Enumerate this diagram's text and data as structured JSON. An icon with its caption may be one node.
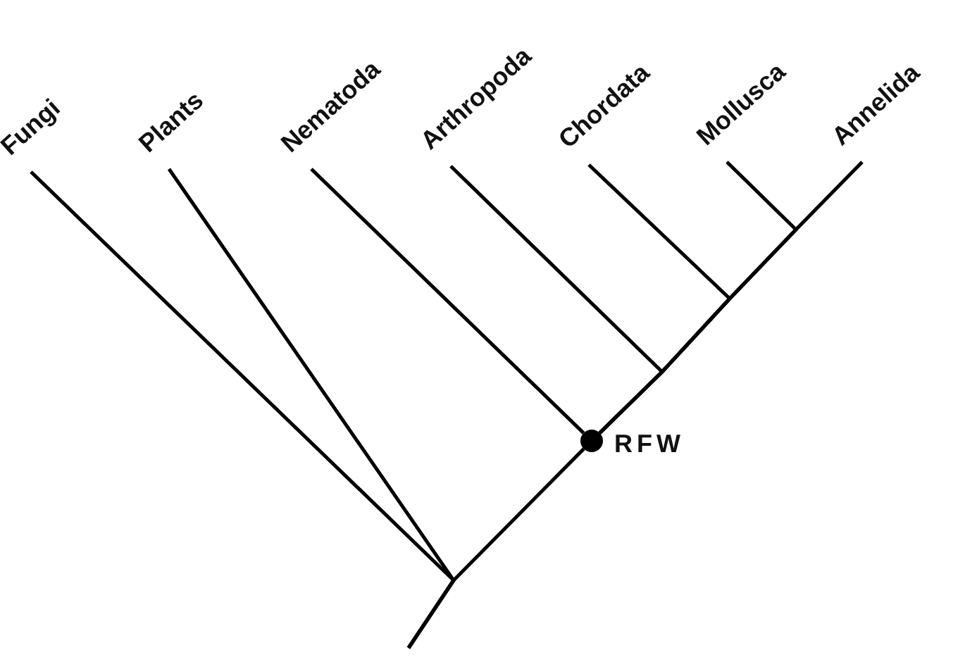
{
  "diagram": {
    "nodes": [
      {
        "text": [
          "Fungi"
        ]
      },
      {
        "text": [
          "Plants"
        ]
      },
      {
        "text": [
          "Nematoda"
        ]
      },
      {
        "text": [
          "Arthropoda"
        ]
      },
      {
        "text": [
          "Chordata"
        ]
      },
      {
        "text": [
          "Mollusca"
        ]
      },
      {
        "text": [
          "Annelida"
        ]
      },
      {
        "text": [],
        "shape": "circle",
        "beside": [
          "RFW"
        ]
      }
    ],
    "edges": [
      {
        "from": null,
        "to": 0,
        "arrow": "none"
      },
      {
        "from": null,
        "to": 1,
        "arrow": "none"
      },
      {
        "from": null,
        "to": 7,
        "arrow": "none"
      },
      {
        "from": 7,
        "to": 2,
        "arrow": "none"
      },
      {
        "from": 7,
        "to": 3,
        "arrow": "none"
      },
      {
        "from": 7,
        "to": 4,
        "arrow": "none"
      },
      {
        "from": 7,
        "to": 5,
        "arrow": "none"
      },
      {
        "from": 7,
        "to": 6,
        "arrow": "none"
      }
    ]
  }
}
